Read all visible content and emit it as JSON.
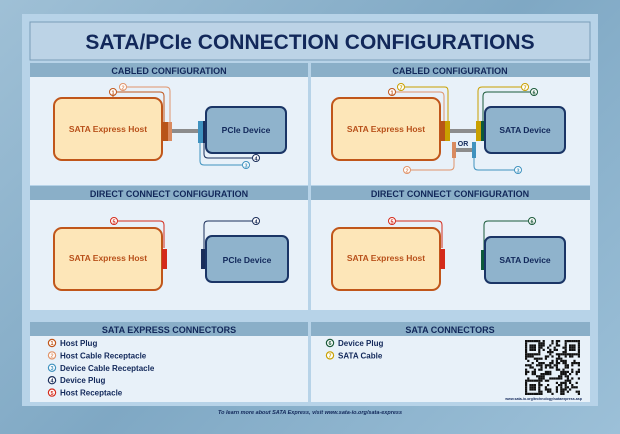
{
  "title": "SATA/PCIe CONNECTION CONFIGURATIONS",
  "panels": {
    "top_left": {
      "header": "CABLED CONFIGURATION",
      "host": "SATA Express Host",
      "device": "PCIe Device"
    },
    "top_right": {
      "header": "CABLED CONFIGURATION",
      "host": "SATA Express Host",
      "device": "SATA Device",
      "or_label": "OR"
    },
    "bottom_left": {
      "header": "DIRECT CONNECT CONFIGURATION",
      "host": "SATA Express Host",
      "device": "PCIe Device"
    },
    "bottom_right": {
      "header": "DIRECT CONNECT CONFIGURATION",
      "host": "SATA Express Host",
      "device": "SATA Device"
    }
  },
  "legend": {
    "sata_express": {
      "header": "SATA EXPRESS CONNECTORS",
      "items": [
        {
          "num": "1",
          "label": "Host Plug",
          "color": "#c0561a"
        },
        {
          "num": "2",
          "label": "Host Cable Receptacle",
          "color": "#e0946a"
        },
        {
          "num": "3",
          "label": "Device Cable Receptacle",
          "color": "#3f92bf"
        },
        {
          "num": "4",
          "label": "Device Plug",
          "color": "#1a2e5a"
        },
        {
          "num": "5",
          "label": "Host Receptacle",
          "color": "#d42a1a"
        }
      ]
    },
    "sata": {
      "header": "SATA CONNECTORS",
      "items": [
        {
          "num": "6",
          "label": "Device Plug",
          "color": "#1a5a3a"
        },
        {
          "num": "7",
          "label": "SATA Cable",
          "color": "#c9a000"
        }
      ],
      "qr_url": "www.sata-io.org/technology/sataexpress.asp"
    }
  },
  "footer": "To learn more about SATA Express, visit www.sata-io.org/sata-express",
  "colors": {
    "host_fill": "#fde6b8",
    "host_border": "#c0561a",
    "device_fill": "#8fb3cc",
    "device_border": "#1a3566",
    "panel_bg": "#e8f1f9",
    "header_bg": "#8aafc8",
    "title_text": "#12285a"
  }
}
